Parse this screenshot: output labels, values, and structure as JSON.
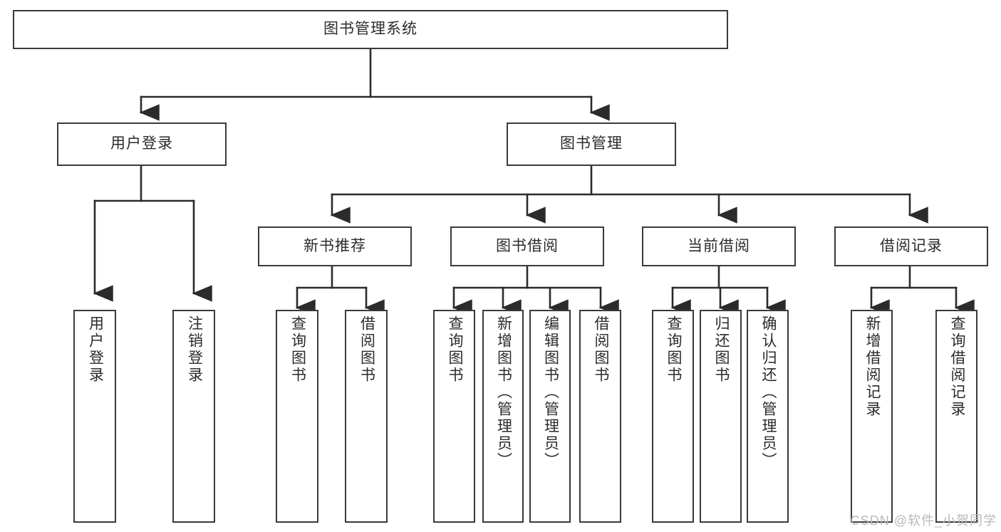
{
  "diagram": {
    "title": "图书管理系统",
    "type": "tree",
    "watermark": "CSDN @软件_小贺同学",
    "colors": {
      "box_border": "#3a3a3a",
      "box_fill": "#ffffff",
      "edge": "#2b2b2b",
      "text": "#2b2b2b",
      "watermark": "#b9b9b9",
      "background": "#ffffff"
    },
    "nodes": {
      "root": {
        "id": "root",
        "label": "图书管理系统",
        "level": 0,
        "orientation": "horizontal"
      },
      "l1": [
        {
          "id": "user-login",
          "label": "用户登录",
          "level": 1,
          "orientation": "horizontal"
        },
        {
          "id": "book-manage",
          "label": "图书管理",
          "level": 1,
          "orientation": "horizontal"
        }
      ],
      "l2": [
        {
          "id": "new-book-recommend",
          "label": "新书推荐",
          "level": 2,
          "orientation": "horizontal",
          "parent": "book-manage"
        },
        {
          "id": "book-borrow",
          "label": "图书借阅",
          "level": 2,
          "orientation": "horizontal",
          "parent": "book-manage"
        },
        {
          "id": "current-borrow",
          "label": "当前借阅",
          "level": 2,
          "orientation": "horizontal",
          "parent": "book-manage"
        },
        {
          "id": "borrow-record",
          "label": "借阅记录",
          "level": 2,
          "orientation": "horizontal",
          "parent": "book-manage"
        }
      ],
      "leaves": [
        {
          "id": "leaf-user-login",
          "label": "用户登录",
          "parent": "user-login",
          "orientation": "vertical"
        },
        {
          "id": "leaf-logout",
          "label": "注销登录",
          "parent": "user-login",
          "orientation": "vertical"
        },
        {
          "id": "leaf-query-book-1",
          "label": "查询图书",
          "parent": "new-book-recommend",
          "orientation": "vertical"
        },
        {
          "id": "leaf-borrow-book-1",
          "label": "借阅图书",
          "parent": "new-book-recommend",
          "orientation": "vertical"
        },
        {
          "id": "leaf-query-book-2",
          "label": "查询图书",
          "parent": "book-borrow",
          "orientation": "vertical"
        },
        {
          "id": "leaf-add-book",
          "label": "新增图书（管理员）",
          "parent": "book-borrow",
          "orientation": "vertical"
        },
        {
          "id": "leaf-edit-book",
          "label": "编辑图书（管理员）",
          "parent": "book-borrow",
          "orientation": "vertical"
        },
        {
          "id": "leaf-borrow-book-2",
          "label": "借阅图书",
          "parent": "book-borrow",
          "orientation": "vertical"
        },
        {
          "id": "leaf-query-book-3",
          "label": "查询图书",
          "parent": "current-borrow",
          "orientation": "vertical"
        },
        {
          "id": "leaf-return-book",
          "label": "归还图书",
          "parent": "current-borrow",
          "orientation": "vertical"
        },
        {
          "id": "leaf-confirm-return",
          "label": "确认归还（管理员）",
          "parent": "current-borrow",
          "orientation": "vertical"
        },
        {
          "id": "leaf-add-record",
          "label": "新增借阅记录",
          "parent": "borrow-record",
          "orientation": "vertical"
        },
        {
          "id": "leaf-query-record",
          "label": "查询借阅记录",
          "parent": "borrow-record",
          "orientation": "vertical"
        }
      ]
    }
  }
}
